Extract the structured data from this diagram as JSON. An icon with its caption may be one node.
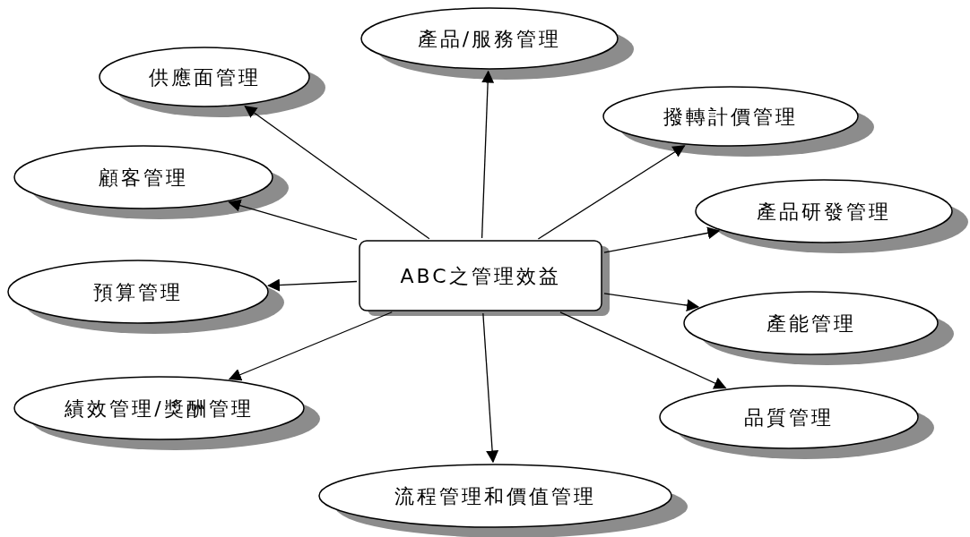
{
  "diagram": {
    "nodes": [
      {
        "text": [
          "ABC之管理效益"
        ]
      },
      {
        "text": [
          "供應面管理"
        ]
      },
      {
        "text": [
          "產品/服務管理"
        ]
      },
      {
        "text": [
          "撥轉計價管理"
        ]
      },
      {
        "text": [
          "顧客管理"
        ]
      },
      {
        "text": [
          "產品研發管理"
        ]
      },
      {
        "text": [
          "預算管理"
        ]
      },
      {
        "text": [
          "產能管理"
        ]
      },
      {
        "text": [
          "績效管理/獎酬管理"
        ]
      },
      {
        "text": [
          "品質管理"
        ]
      },
      {
        "text": [
          "流程管理和價值管理"
        ]
      }
    ],
    "edges": [
      {
        "from": 0,
        "to": 1,
        "arrow": "to"
      },
      {
        "from": 0,
        "to": 2,
        "arrow": "to"
      },
      {
        "from": 0,
        "to": 3,
        "arrow": "to"
      },
      {
        "from": 0,
        "to": 4,
        "arrow": "to"
      },
      {
        "from": 0,
        "to": 5,
        "arrow": "to"
      },
      {
        "from": 0,
        "to": 6,
        "arrow": "to"
      },
      {
        "from": 0,
        "to": 7,
        "arrow": "to"
      },
      {
        "from": 0,
        "to": 8,
        "arrow": "to"
      },
      {
        "from": 0,
        "to": 9,
        "arrow": "to"
      },
      {
        "from": 0,
        "to": 10,
        "arrow": "to"
      }
    ]
  }
}
